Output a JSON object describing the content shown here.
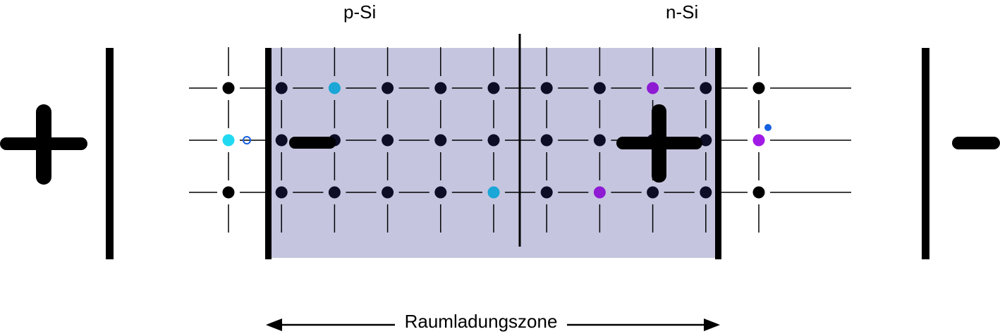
{
  "labels": {
    "p_region": "p-Si",
    "n_region": "n-Si",
    "depletion_zone": "Raumladungszone"
  },
  "signs": {
    "left_terminal": "plus",
    "right_terminal": "minus",
    "zone_left": "minus",
    "zone_right": "plus"
  },
  "colors": {
    "depletion_fill": "#c5c5df",
    "atom": "#0d0d26",
    "atom_outside": "#000000",
    "acceptor_ion": "#1aa6d6",
    "free_hole_acceptor": "#22d9f2",
    "donor_ion": "#8e1ad4",
    "free_electron_donor": "#a21ae6",
    "electron": "#1560e0",
    "hole_ring": "#1560e0"
  },
  "lattice": {
    "columns": 11,
    "rows": 3,
    "special_atoms": [
      {
        "col": 0,
        "row": 1,
        "kind": "free_hole_acceptor"
      },
      {
        "col": 2,
        "row": 0,
        "kind": "acceptor_ion"
      },
      {
        "col": 5,
        "row": 2,
        "kind": "acceptor_ion"
      },
      {
        "col": 7,
        "row": 2,
        "kind": "donor_ion"
      },
      {
        "col": 8,
        "row": 0,
        "kind": "donor_ion"
      },
      {
        "col": 10,
        "row": 1,
        "kind": "free_electron_donor"
      }
    ],
    "free_carriers": [
      {
        "kind": "hole",
        "near_col": 0,
        "row": 1
      },
      {
        "kind": "electron",
        "near_col": 10,
        "row": 1
      }
    ]
  }
}
